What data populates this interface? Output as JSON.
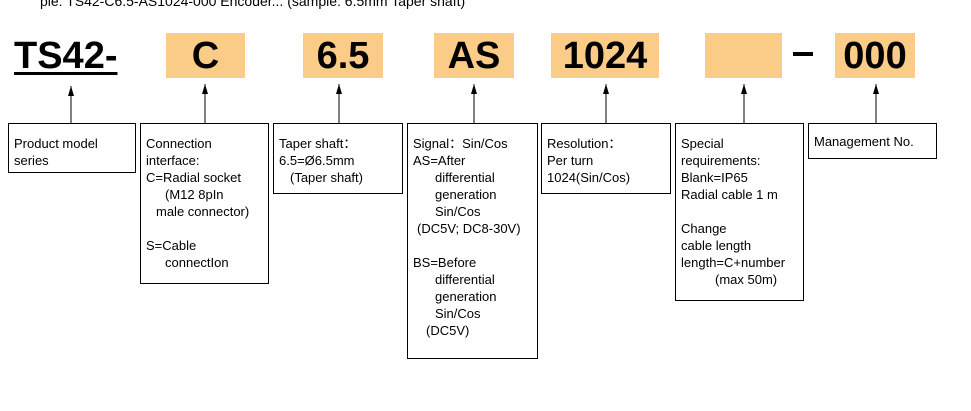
{
  "header": {
    "cut_text": "ple: TS42-C6.5-AS1024-000 Encoder... (sample: 6.5mm Taper shaft)"
  },
  "model_code": {
    "text": "TS42-"
  },
  "segments": [
    {
      "key": "connection",
      "text": "C"
    },
    {
      "key": "shaft",
      "text": "6.5"
    },
    {
      "key": "signal",
      "text": "AS"
    },
    {
      "key": "resolution",
      "text": "1024"
    },
    {
      "key": "special",
      "text": ""
    },
    {
      "key": "management",
      "text": "000"
    }
  ],
  "boxes": {
    "product": {
      "lines": [
        "Product model",
        "series"
      ]
    },
    "connection": {
      "lines": [
        "Connection",
        "interface:",
        "C=Radial socket",
        "(M12 8pIn",
        "male connector)",
        "",
        "S=Cable",
        "connectIon"
      ]
    },
    "shaft": {
      "lines": [
        "Taper shaft：",
        "6.5=Ø6.5mm",
        "(Taper shaft)"
      ]
    },
    "signal": {
      "lines": [
        "Signal：Sin/Cos",
        "AS=After",
        "differential",
        "generation",
        "Sin/Cos",
        "(DC5V; DC8-30V)",
        "",
        "BS=Before",
        "differential",
        "generation",
        "Sin/Cos",
        "(DC5V)"
      ]
    },
    "resolution": {
      "lines": [
        "Resolution：",
        "Per turn",
        "1024(Sin/Cos)"
      ]
    },
    "special": {
      "lines": [
        "Special",
        "requirements:",
        "Blank=IP65",
        "Radial cable 1 m",
        "",
        "Change",
        "cable length",
        "length=C+number",
        "(max 50m)"
      ]
    },
    "management": {
      "lines": [
        "Management No."
      ]
    }
  },
  "colors": {
    "segment_fill": "#FBCB88",
    "line": "#000000",
    "text": "#000000"
  }
}
